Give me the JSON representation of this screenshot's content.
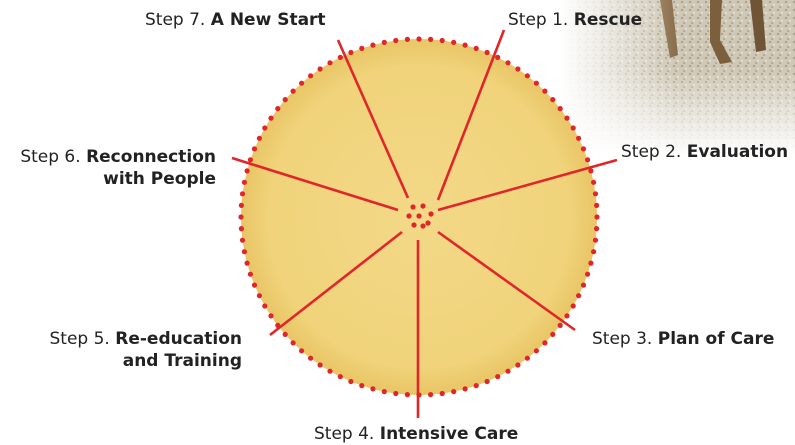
{
  "colors": {
    "fill": "#f0d37a",
    "spoke": "#e0262a",
    "dots": "#e0262a"
  },
  "steps": [
    {
      "prefix": "Step 1.",
      "name": "Rescue"
    },
    {
      "prefix": "Step 2.",
      "name": "Evaluation"
    },
    {
      "prefix": "Step 3.",
      "name": "Plan of Care"
    },
    {
      "prefix": "Step 4.",
      "name": "Intensive Care"
    },
    {
      "prefix": "Step 5.",
      "name": "Re-education",
      "name2": "and Training"
    },
    {
      "prefix": "Step 6.",
      "name": "Reconnection",
      "name2": "with People"
    },
    {
      "prefix": "Step 7.",
      "name": "A New Start"
    }
  ]
}
